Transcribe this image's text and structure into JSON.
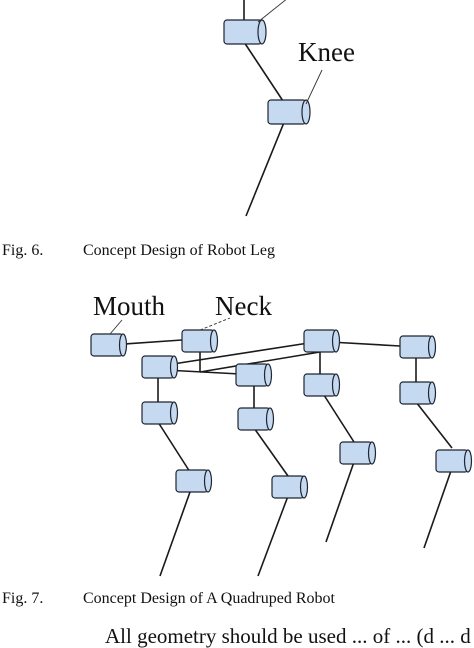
{
  "figure6": {
    "callout_label": "Knee",
    "caption_label": "Fig. 6.",
    "caption_text": "Concept Design of Robot Leg"
  },
  "figure7": {
    "callout_labels": [
      "Mouth",
      "Neck"
    ],
    "caption_label": "Fig. 7.",
    "caption_text": "Concept Design of A Quadruped Robot"
  },
  "body_text": "All geometry should be used ... of ... (d ... d",
  "colors": {
    "joint_fill": "#c5d9f1",
    "joint_stroke": "#1f2430",
    "line": "#1a1a1a"
  }
}
